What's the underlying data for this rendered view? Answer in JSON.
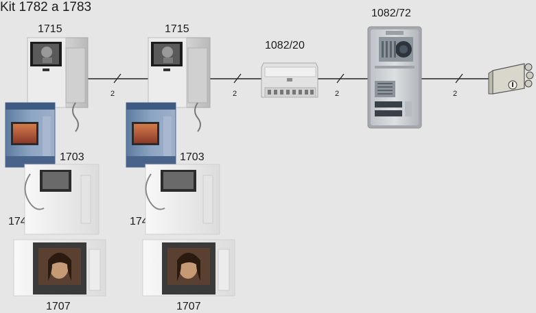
{
  "title": "Kit 1782 a 1783",
  "devices": {
    "monitor_1715_a": "1715",
    "monitor_1715_b": "1715",
    "power_supply": "1082/20",
    "door_panel": "1082/72",
    "monitor_1703_a": "1703",
    "monitor_1703_b": "1703",
    "monitor_1740_a": "1740",
    "monitor_1740_b": "1740",
    "monitor_1707_a": "1707",
    "monitor_1707_b": "1707"
  },
  "wires": [
    "2",
    "2",
    "2",
    "2"
  ],
  "icons": [
    "lock-icon",
    "door-key-icon"
  ]
}
